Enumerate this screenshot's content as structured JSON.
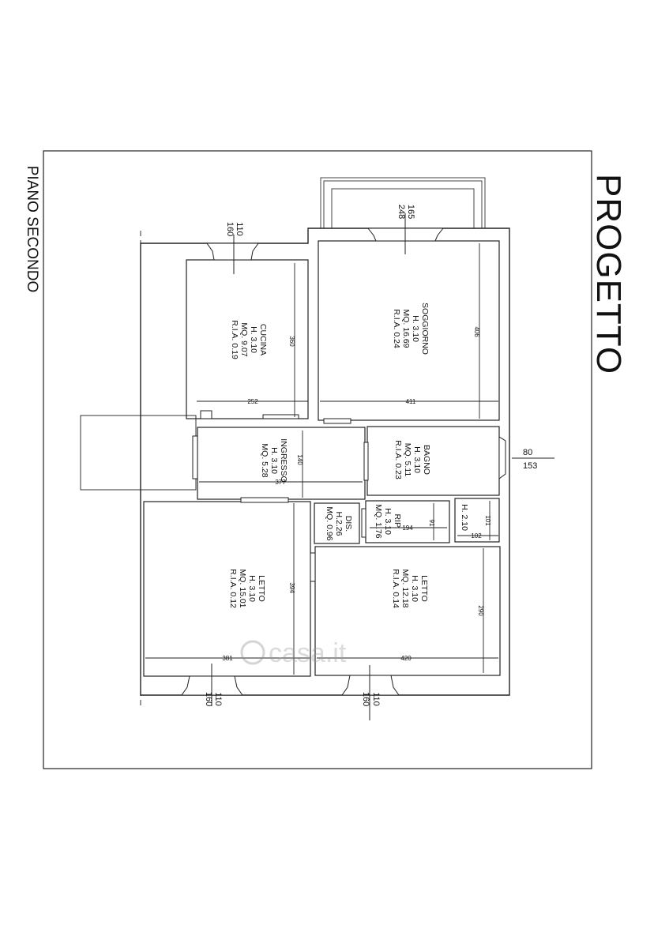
{
  "title": "PROGETTO",
  "floor_label": "PIANO SECONDO",
  "watermark": "casa.it",
  "rooms": {
    "cucina": {
      "name": "CUCINA",
      "height": "H. 3.10",
      "area": "MQ. 9.07",
      "ria": "R.I.A. 0.19"
    },
    "soggiorno": {
      "name": "SOGGIORNO",
      "height": "H. 3.10",
      "area": "MQ. 16.69",
      "ria": "R.I.A. 0.24"
    },
    "ingresso": {
      "name": "INGRESSO",
      "height": "H. 3.10",
      "area": "MQ. 5.28"
    },
    "bagno": {
      "name": "BAGNO",
      "height": "H. 3.10",
      "area": "MQ. 5.11",
      "ria": "R.I.A. 0.23"
    },
    "dis": {
      "name": "DIS.",
      "height": "H.2.26",
      "area": "MQ. 0.96"
    },
    "rip": {
      "name": "RIP.",
      "height": "H. 3.10",
      "area": "MQ. 1.76"
    },
    "closet": {
      "height": "H. 2.10"
    },
    "letto_1": {
      "name": "LETTO",
      "height": "H. 3.10",
      "area": "MQ. 15.01",
      "ria": "R.I.A. 0.12"
    },
    "letto_2": {
      "name": "LETTO",
      "height": "H. 3.10",
      "area": "MQ. 12.18",
      "ria": "R.I.A. 0.14"
    }
  },
  "dimensions": {
    "cucina_width": "252",
    "cucina_depth": "360",
    "soggiorno_width": "411",
    "soggiorno_depth": "406",
    "ingresso_width": "377",
    "ingresso_depth": "140",
    "rip_width": "194",
    "rip_depth": "91",
    "closet_width": "102",
    "closet_depth": "101",
    "letto1_width": "381",
    "letto1_depth": "394",
    "letto2_width": "420",
    "letto2_depth": "290"
  },
  "windows": {
    "cucina": {
      "width": "110",
      "height": "160"
    },
    "soggiorno": {
      "width": "165",
      "height": "248"
    },
    "bagno": {
      "width": "80",
      "height": "153"
    },
    "letto_1": {
      "width": "110",
      "height": "160"
    },
    "letto_2": {
      "width": "110",
      "height": "160"
    }
  }
}
